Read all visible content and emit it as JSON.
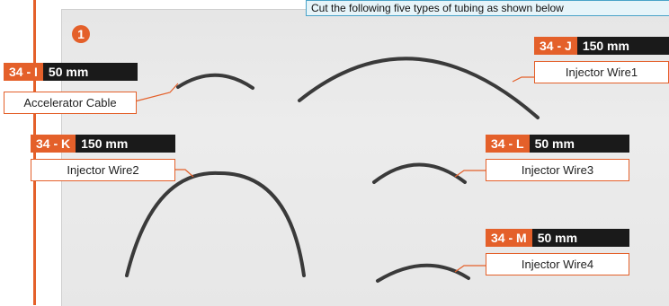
{
  "caption": "Cut the following five types of tubing as shown below",
  "step_number": "1",
  "parts": [
    {
      "code": "34 - I",
      "length": "50 mm",
      "name": "Accelerator Cable"
    },
    {
      "code": "34 - J",
      "length": "150 mm",
      "name": "Injector Wire1"
    },
    {
      "code": "34 - K",
      "length": "150 mm",
      "name": "Injector Wire2"
    },
    {
      "code": "34 - L",
      "length": "50 mm",
      "name": "Injector Wire3"
    },
    {
      "code": "34 - M",
      "length": "50 mm",
      "name": "Injector Wire4"
    }
  ],
  "colors": {
    "accent": "#e4602a",
    "dark": "#1a1a1a",
    "caption_bg": "#e6f4f9",
    "caption_border": "#4aa3c8"
  }
}
